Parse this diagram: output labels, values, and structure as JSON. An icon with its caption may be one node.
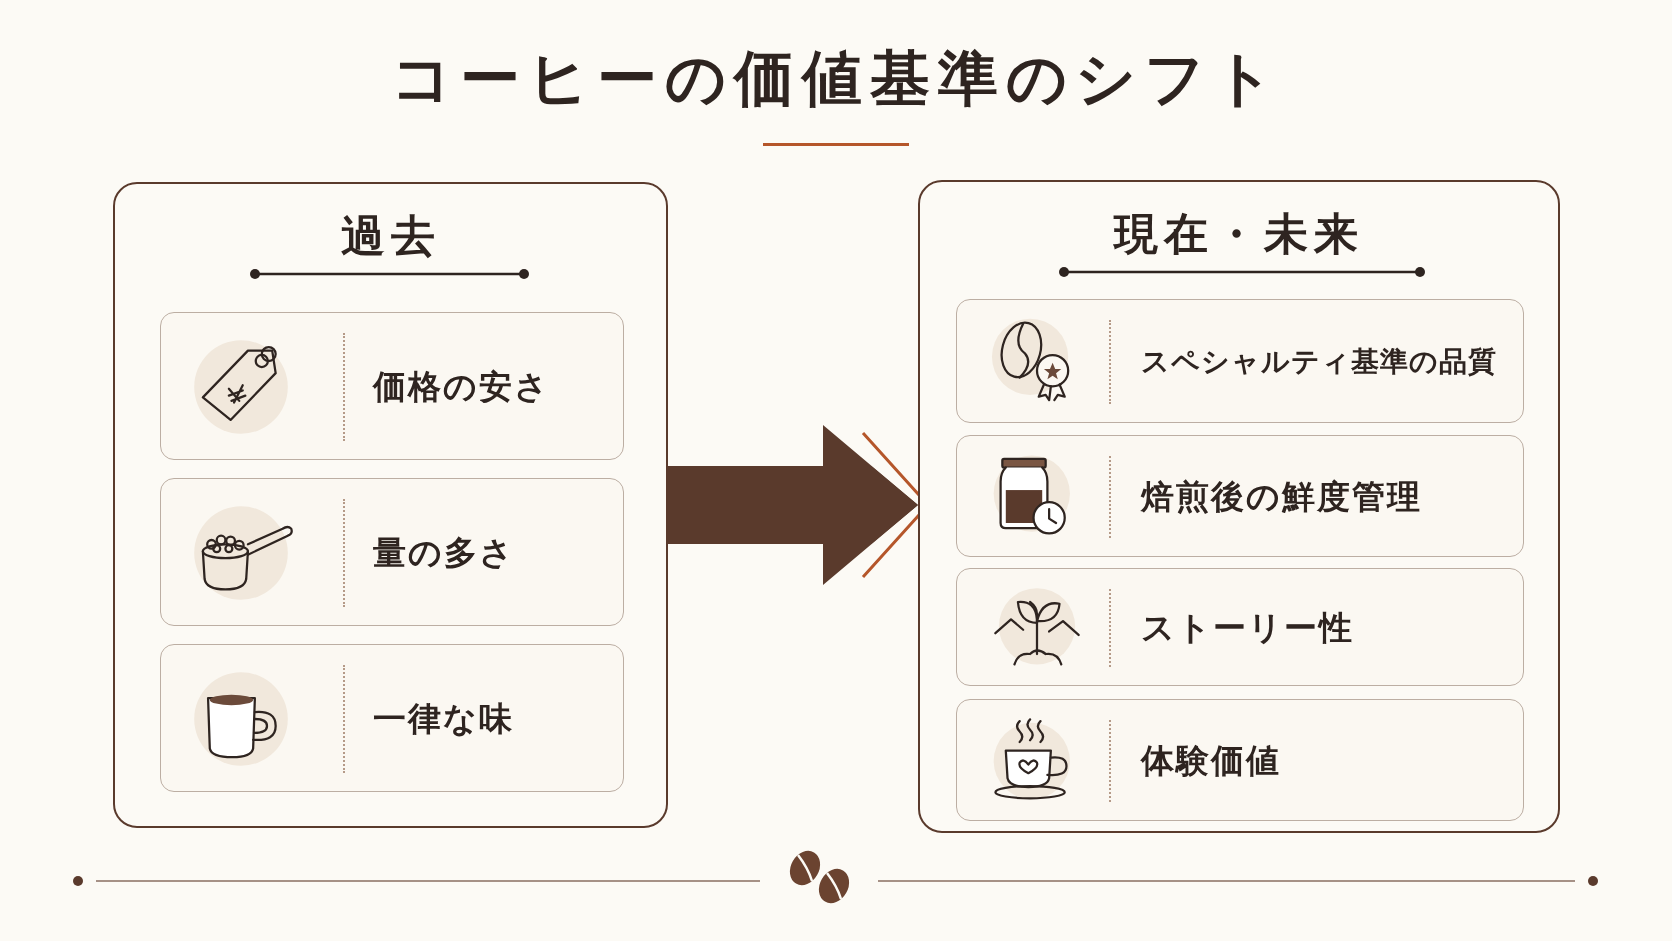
{
  "diagram": {
    "title": "コーヒーの価値基準のシフト",
    "nodes": [
      {
        "text": [
          "過去"
        ]
      },
      {
        "text": [
          "価格の安さ"
        ],
        "in": 0
      },
      {
        "text": [
          "量の多さ"
        ],
        "in": 0
      },
      {
        "text": [
          "一律な味"
        ],
        "in": 0
      },
      {
        "text": [
          "現在・未来"
        ]
      },
      {
        "text": [
          "スペシャルティ基準の品質"
        ],
        "in": 4
      },
      {
        "text": [
          "焙煎後の鮮度管理"
        ],
        "in": 4
      },
      {
        "text": [
          "ストーリー性"
        ],
        "in": 4
      },
      {
        "text": [
          "体験価値"
        ],
        "in": 4
      }
    ],
    "edges": [
      {
        "from": 0,
        "to": 4,
        "arrow": "to"
      }
    ]
  }
}
